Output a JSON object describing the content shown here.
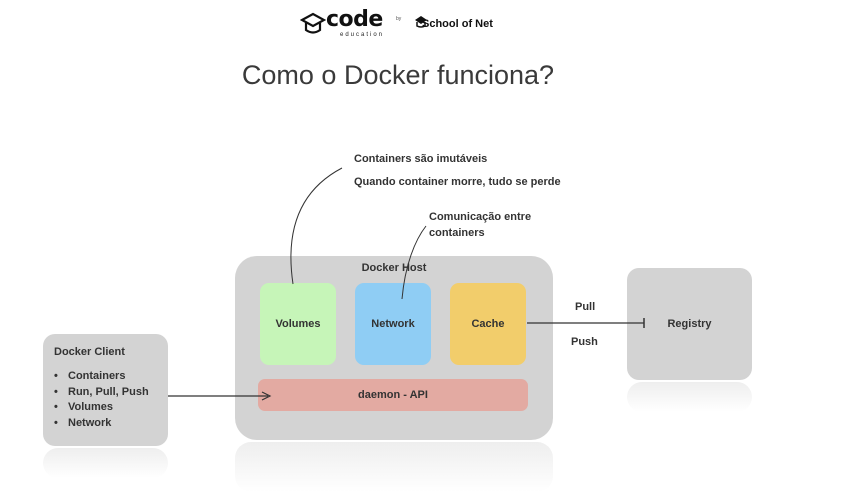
{
  "header": {
    "code_logo": "code",
    "code_logo_sub": "education",
    "by_label": "by",
    "school_logo": "School of Net"
  },
  "title": "Como o Docker funciona?",
  "client": {
    "title": "Docker Client",
    "items": [
      "Containers",
      "Run, Pull, Push",
      "Volumes",
      "Network"
    ]
  },
  "host": {
    "title": "Docker Host",
    "volumes": "Volumes",
    "network": "Network",
    "cache": "Cache",
    "daemon": "daemon - API"
  },
  "registry": "Registry",
  "arrows": {
    "pull": "Pull",
    "push": "Push"
  },
  "annotations": {
    "volumes_note_1": "Containers são imutáveis",
    "volumes_note_2": "Quando container morre, tudo se perde",
    "network_note_1": "Comunicação entre",
    "network_note_2": "containers"
  },
  "colors": {
    "box_gray": "#d3d3d3",
    "volumes_green": "#c6f5b8",
    "network_blue": "#8fcdf4",
    "cache_yellow": "#f2cd6b",
    "daemon_pink": "#e3aaa2"
  }
}
